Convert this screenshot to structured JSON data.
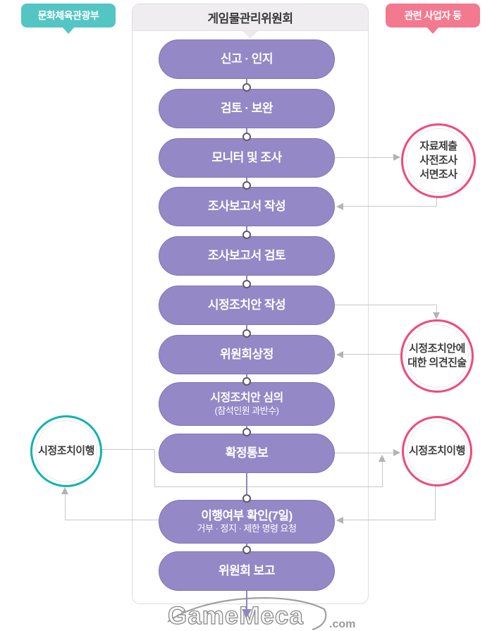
{
  "badges": {
    "left": {
      "label": "문화체육관광부",
      "color": "#53c6c3"
    },
    "right": {
      "label": "관련 사업자 등",
      "color": "#f3798f"
    }
  },
  "header": {
    "title": "게임물관리위원회"
  },
  "flow": {
    "steps": [
      {
        "label": "신고 · 인지"
      },
      {
        "label": "검토 · 보완"
      },
      {
        "label": "모니터 및 조사"
      },
      {
        "label": "조사보고서 작성"
      },
      {
        "label": "조사보고서 검토"
      },
      {
        "label": "시정조치안 작성"
      },
      {
        "label": "위원회상정"
      },
      {
        "label": "시정조치안 심의",
        "sub": "(참석인원 과반수)"
      },
      {
        "label": "확정통보"
      },
      {
        "label": "이행여부 확인(7일)",
        "sub": "거부 · 정지 · 제한 명령 요청"
      },
      {
        "label": "위원회 보고"
      }
    ]
  },
  "circles": {
    "data_submit": {
      "lines": [
        "자료제출",
        "사전조사",
        "서면조사"
      ],
      "ring": "#f1497a"
    },
    "opinion": {
      "lines": [
        "시정조치안에",
        "대한 의견진술"
      ],
      "ring": "#f1497a"
    },
    "compliance_right": {
      "lines": [
        "시정조치이행"
      ],
      "ring": "#f1497a"
    },
    "compliance_left": {
      "lines": [
        "시정조치이행"
      ],
      "ring": "#0eb4b0"
    }
  },
  "logo": {
    "name": "GameMeca",
    "tld": ".com"
  },
  "colors": {
    "pill": "#9488c6",
    "purple_line": "#9184c4",
    "gray_line": "#c8c8c8",
    "arrow": "#b3b3b3",
    "node_ring": "#5d5966",
    "header_bg": "#efedf0"
  }
}
